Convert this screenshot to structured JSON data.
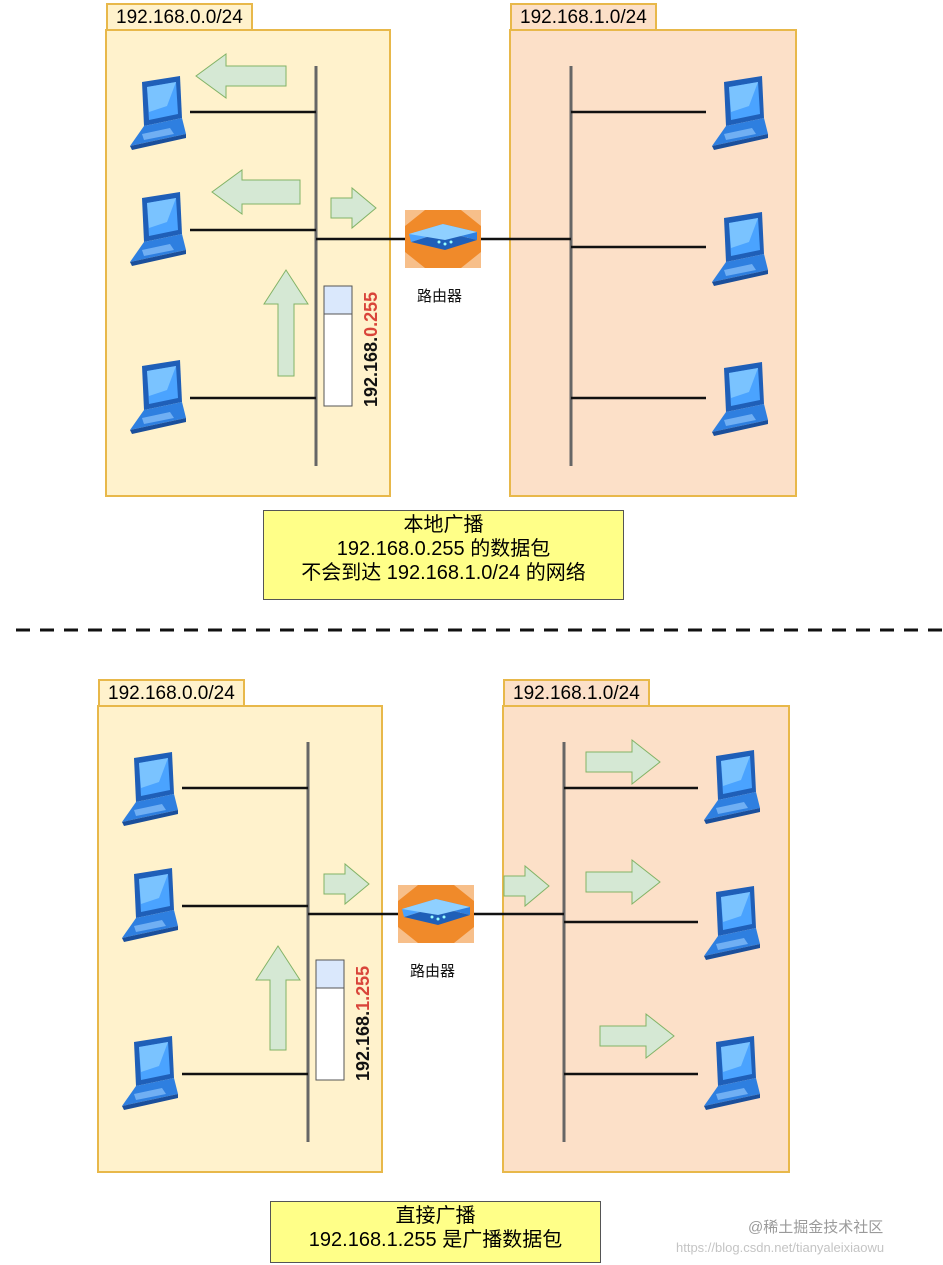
{
  "top": {
    "left_network": "192.168.0.0/24",
    "right_network": "192.168.1.0/24",
    "router_label": "路由器",
    "packet_address_prefix": "192.168.",
    "packet_address_highlight": "0.255",
    "note_lines": [
      "本地广播",
      "192.168.0.255 的数据包",
      "不会到达 192.168.1.0/24 的网络"
    ]
  },
  "bottom": {
    "left_network": "192.168.0.0/24",
    "right_network": "192.168.1.0/24",
    "router_label": "路由器",
    "packet_address_prefix": "192.168.",
    "packet_address_highlight": "1.255",
    "note_lines": [
      "直接广播",
      "192.168.1.255 是广播数据包"
    ]
  },
  "watermark": {
    "brand": "@稀土掘金技术社区",
    "url": "https://blog.csdn.net/tianyaleixiaowu"
  },
  "colors": {
    "left_zone_fill": "#fff2cc",
    "right_zone_fill": "#fce0c8",
    "zone_border": "#e8b84a",
    "arrow_fill": "#d5e8d4",
    "arrow_stroke": "#82b366",
    "router_orange": "#f08a2a",
    "highlight_red": "#d9443a",
    "note_fill": "#ffff88"
  },
  "icons": {
    "computer": "laptop-icon",
    "router": "router-icon"
  }
}
